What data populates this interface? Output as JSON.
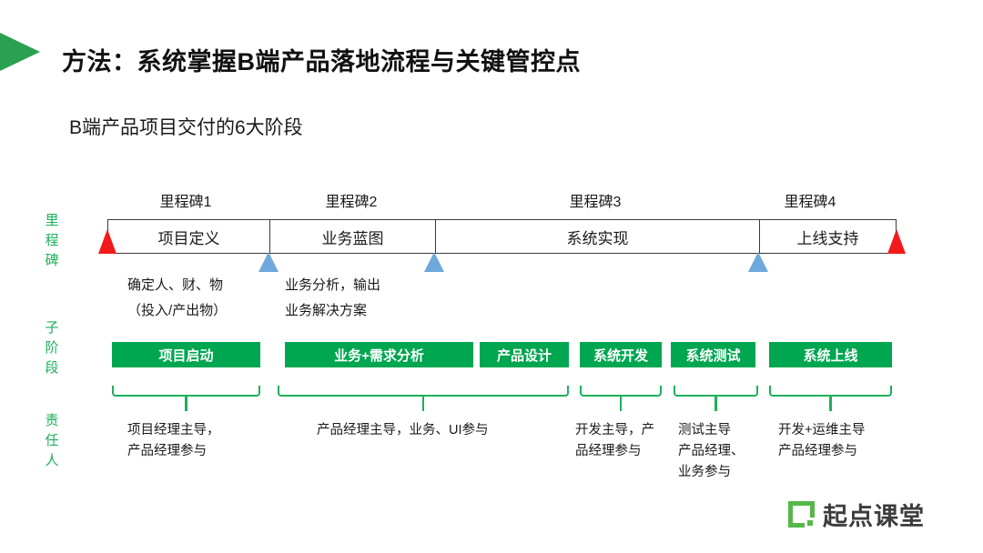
{
  "header": {
    "title": "方法：系统掌握B端产品落地流程与关键管控点",
    "subtitle": "B端产品项目交付的6大阶段",
    "arrow_icon": "green-triangle-bullet-icon"
  },
  "row_labels": {
    "milestone": [
      "里",
      "程",
      "碑"
    ],
    "substage": [
      "子",
      "阶",
      "段"
    ],
    "owner": [
      "责",
      "任",
      "人"
    ]
  },
  "milestones": [
    {
      "label": "里程碑1",
      "segment": "项目定义"
    },
    {
      "label": "里程碑2",
      "segment": "业务蓝图"
    },
    {
      "label": "里程碑3",
      "segment": "系统实现"
    },
    {
      "label": "里程碑4",
      "segment": "上线支持"
    }
  ],
  "markers": {
    "start_icon": "red-triangle-marker",
    "end_icon": "red-triangle-marker",
    "divider_icon": "blue-triangle-marker"
  },
  "notes": [
    {
      "lines": [
        "确定人、财、物",
        "（投入/产出物）"
      ]
    },
    {
      "lines": [
        "业务分析，输出",
        "业务解决方案"
      ]
    }
  ],
  "stages": [
    {
      "label": "项目启动"
    },
    {
      "label": "业务+需求分析"
    },
    {
      "label": "产品设计"
    },
    {
      "label": "系统开发"
    },
    {
      "label": "系统测试"
    },
    {
      "label": "系统上线"
    }
  ],
  "owners": [
    {
      "lines": [
        "项目经理主导，",
        "产品经理参与"
      ]
    },
    {
      "lines": [
        "产品经理主导，业务、UI参与"
      ]
    },
    {
      "lines": [
        "开发主导，产",
        "品经理参与"
      ]
    },
    {
      "lines": [
        "测试主导",
        "产品经理、",
        "业务参与"
      ]
    },
    {
      "lines": [
        "开发+运维主导",
        "产品经理参与"
      ]
    }
  ],
  "logo": {
    "text": "起点课堂",
    "mark_icon": "qidian-square-logo-icon"
  },
  "colors": {
    "green": "#00a650",
    "green_light": "#1db05a",
    "arrow_green": "#2aa052",
    "red_marker": "#f21a1a",
    "blue_marker": "#6fa8dc",
    "logo_green": "#55b948",
    "text": "#1a1a1a"
  }
}
